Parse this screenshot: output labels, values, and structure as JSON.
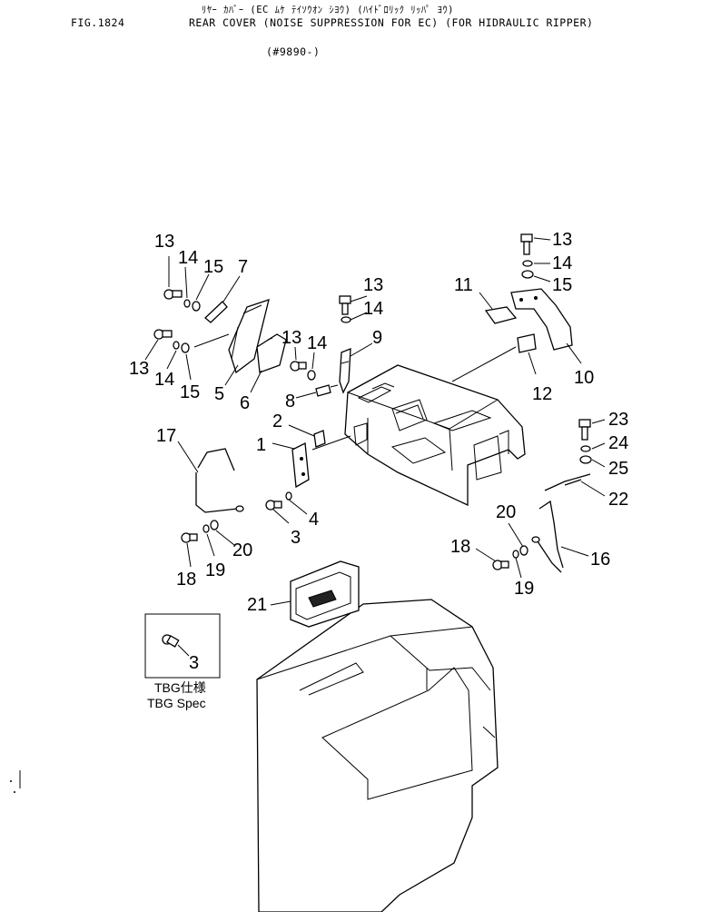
{
  "header": {
    "kana_title": "ﾘﾔｰ ｶﾊﾞｰ (EC ﾑｹ ﾃｲｿｳｵﾝ ｼﾖｳ) (ﾊｲﾄﾞﾛﾘｯｸ ﾘｯﾊﾟ ﾖｳ)",
    "figure": "FIG.1824",
    "title": "REAR COVER (NOISE SUPPRESSION FOR EC) (FOR HIDRAULIC RIPPER)",
    "serial": "(#9890-)"
  },
  "callouts": {
    "c13a": "13",
    "c14a": "14",
    "c15a": "15",
    "c7": "7",
    "c13b": "13",
    "c14b": "14",
    "c15b": "15",
    "c5": "5",
    "c6": "6",
    "c13c": "13",
    "c14c": "14",
    "c8": "8",
    "c13d": "13",
    "c14d": "14",
    "c9": "9",
    "c11": "11",
    "c12": "12",
    "c13e": "13",
    "c14e": "14",
    "c15e": "15",
    "c10": "10",
    "c2": "2",
    "c1": "1",
    "c3": "3",
    "c4": "4",
    "c17": "17",
    "c18a": "18",
    "c19a": "19",
    "c20a": "20",
    "c23": "23",
    "c24": "24",
    "c25": "25",
    "c22": "22",
    "c20b": "20",
    "c18b": "18",
    "c19b": "19",
    "c16": "16",
    "c21": "21",
    "c3b": "3"
  },
  "inset": {
    "label_jp": "TBG仕様",
    "label_en": "TBG Spec"
  }
}
